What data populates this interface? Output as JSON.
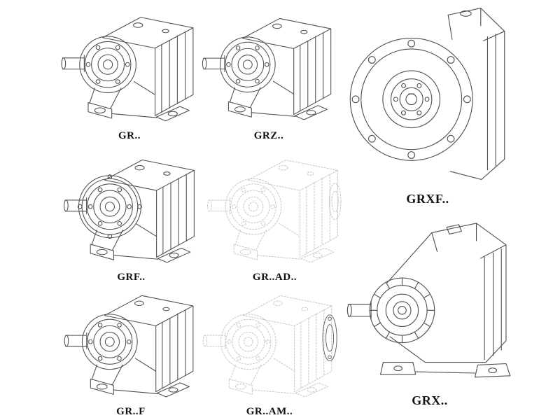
{
  "page": {
    "background": "#ffffff",
    "line_color": "#4f4f4f",
    "phantom_line_color": "#c4c4c4",
    "label_color": "#111111"
  },
  "catalog": {
    "items": [
      {
        "label": "GR..",
        "illustration": "inline-helical-gearbox-isometric",
        "style": "solid"
      },
      {
        "label": "GRZ..",
        "illustration": "inline-helical-gearbox-isometric",
        "style": "solid"
      },
      {
        "label": "GRXF..",
        "illustration": "flange-mounted-gearbox-front-view",
        "style": "solid"
      },
      {
        "label": "GRF..",
        "illustration": "flange-helical-gearbox-isometric",
        "style": "solid"
      },
      {
        "label": "GR..AD..",
        "illustration": "gearbox-with-input-adapter-isometric",
        "style": "phantom"
      },
      {
        "label": "GR..F",
        "illustration": "foot-mounted-helical-gearbox-isometric",
        "style": "solid"
      },
      {
        "label": "GR..AM..",
        "illustration": "gearbox-with-motor-adapter-flange-isometric",
        "style": "phantom"
      },
      {
        "label": "GRX..",
        "illustration": "large-helical-gearbox-isometric",
        "style": "solid"
      }
    ]
  }
}
